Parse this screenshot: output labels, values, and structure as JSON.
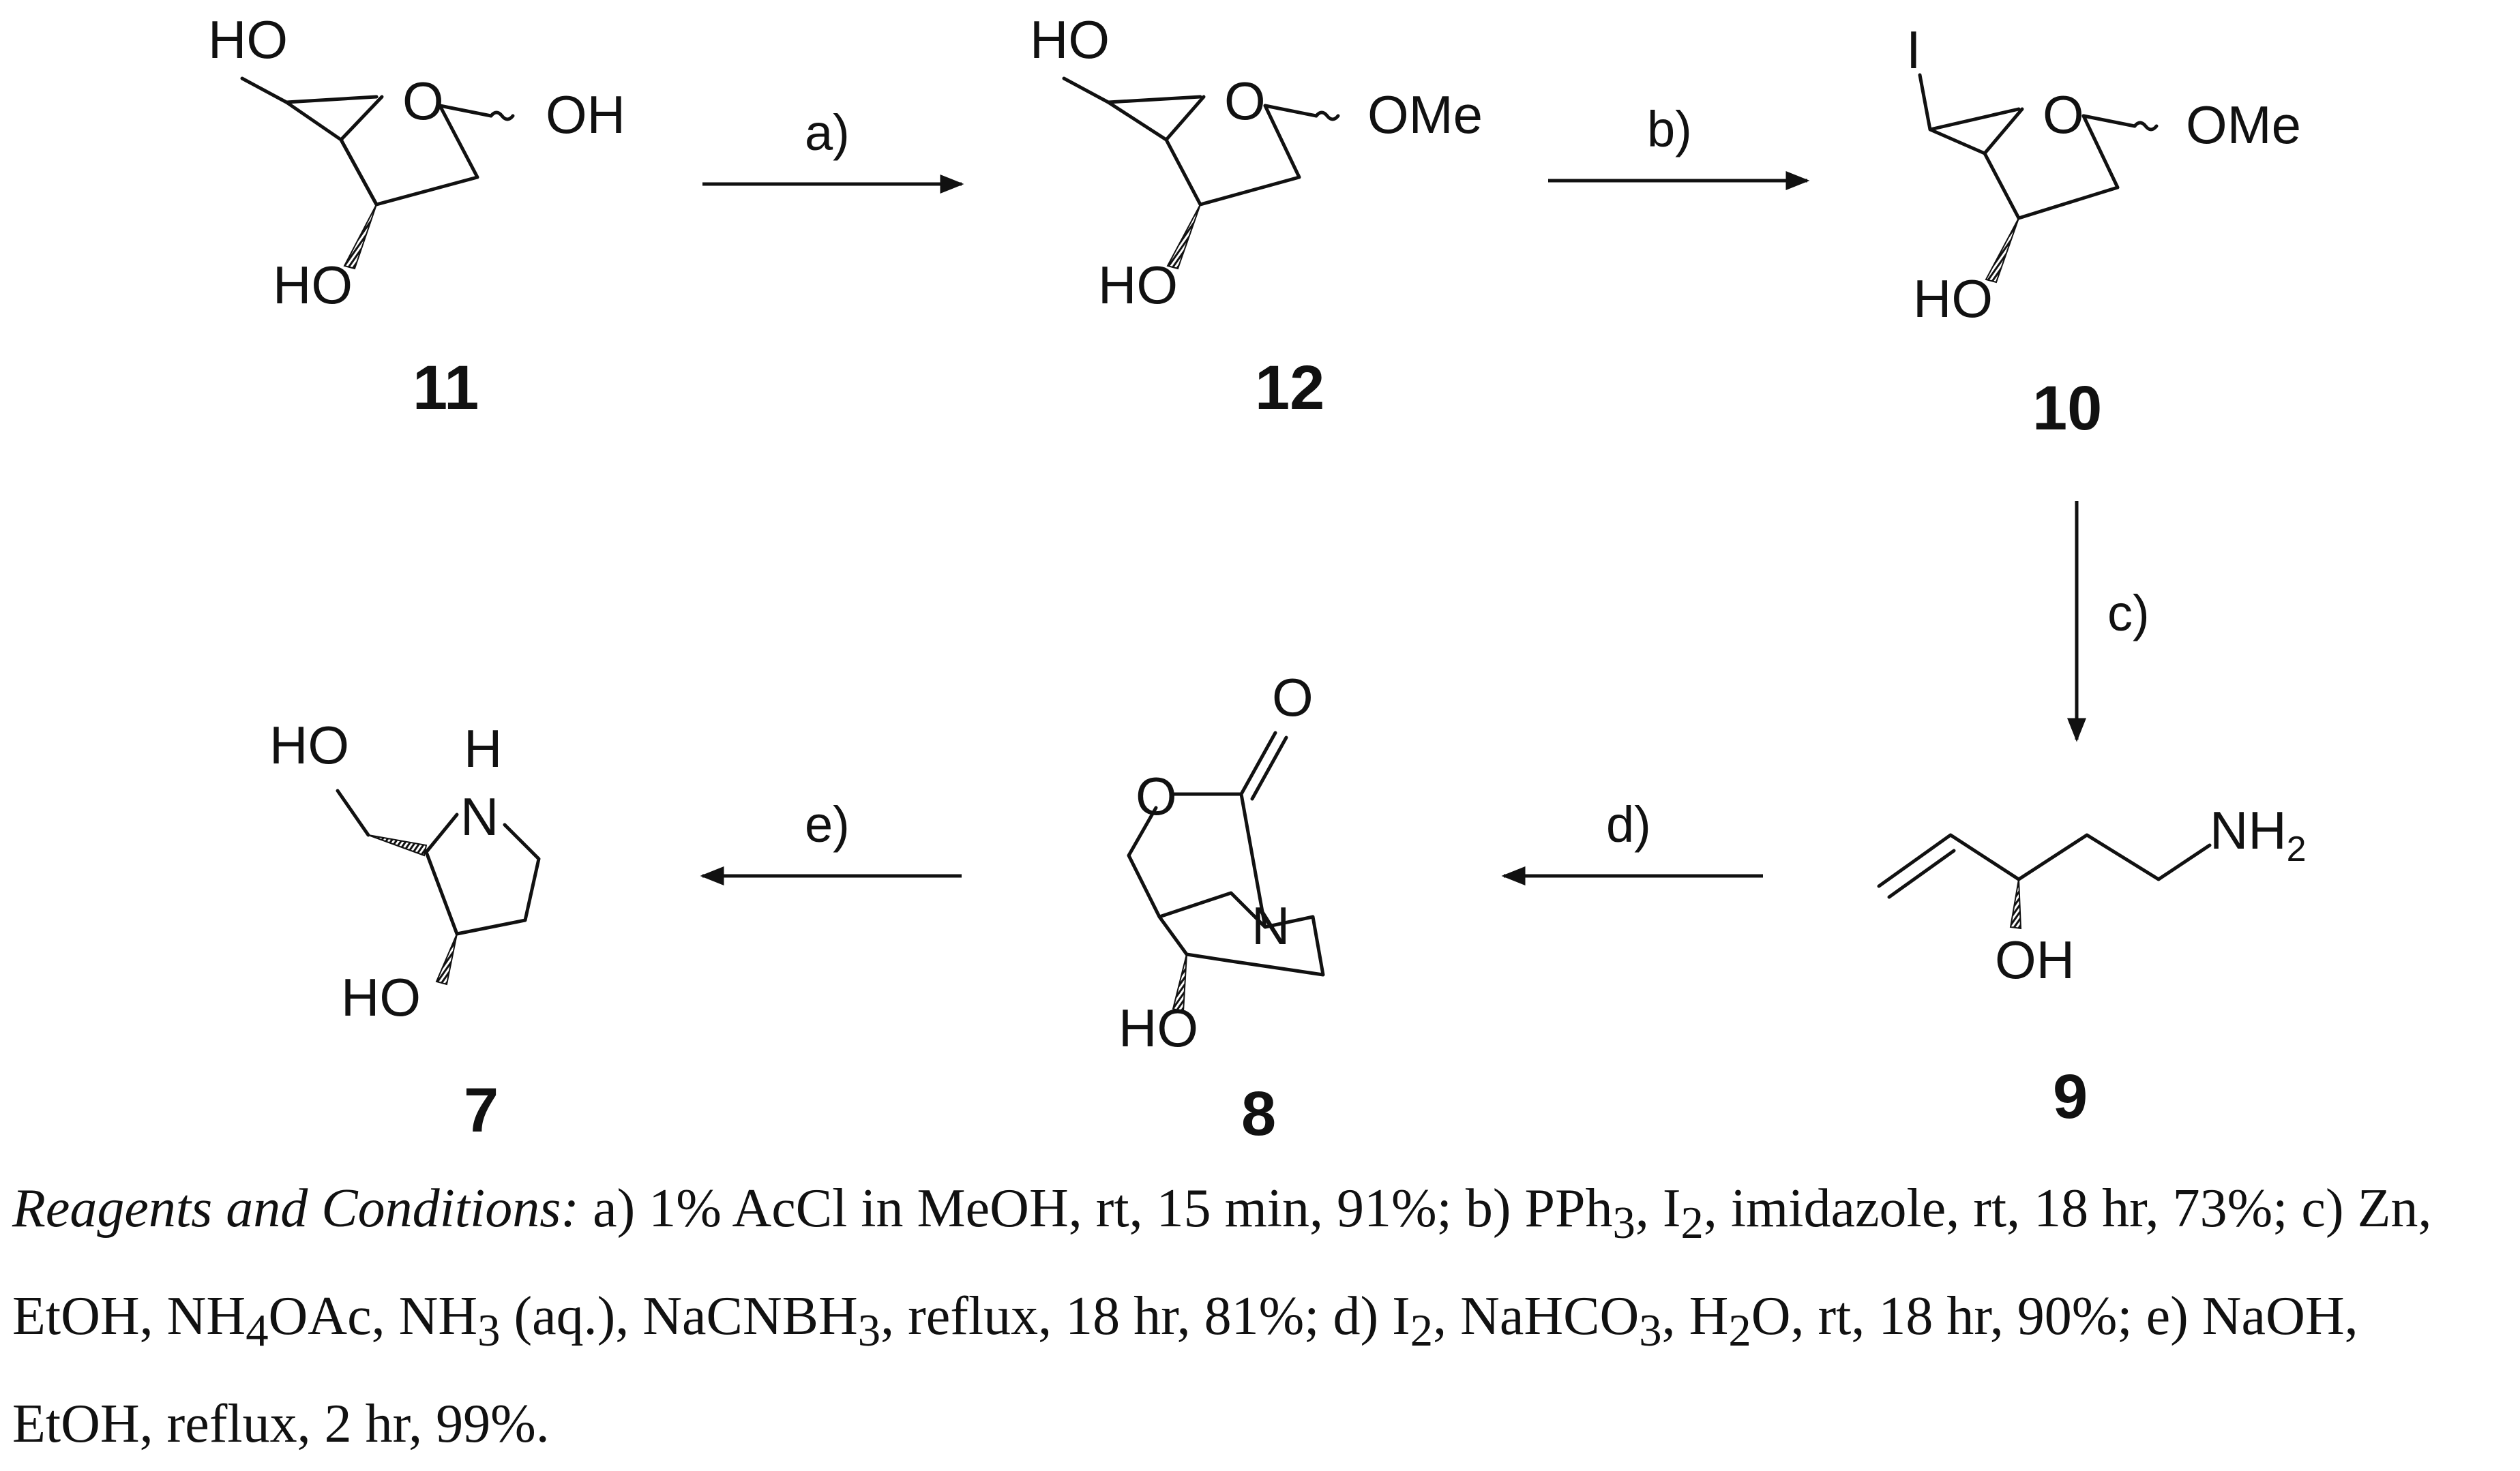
{
  "compounds": [
    {
      "id": "11",
      "labels": {
        "ho_top": "HO",
        "oh_anomeric": "OH",
        "ho_bottom": "HO",
        "ring_o": "O"
      }
    },
    {
      "id": "12",
      "labels": {
        "ho_top": "HO",
        "ome": "OMe",
        "ho_bottom": "HO",
        "ring_o": "O"
      }
    },
    {
      "id": "10",
      "labels": {
        "iodo": "I",
        "ome": "OMe",
        "ho_bottom": "HO",
        "ring_o": "O"
      }
    },
    {
      "id": "9",
      "labels": {
        "amine": "NH",
        "amine_sub": "2",
        "hydroxyl": "OH"
      }
    },
    {
      "id": "8",
      "labels": {
        "ring_o": "O",
        "carbonyl_o": "O",
        "n": "N",
        "hydroxyl": "HO"
      }
    },
    {
      "id": "7",
      "labels": {
        "hydroxymethyl": "HO",
        "nh_h": "H",
        "nh_n": "N",
        "hydroxyl": "HO"
      }
    }
  ],
  "steps": [
    {
      "label": "a)"
    },
    {
      "label": "b)"
    },
    {
      "label": "c)"
    },
    {
      "label": "d)"
    },
    {
      "label": "e)"
    }
  ],
  "caption": {
    "lead": "Reagents and Conditions:",
    "parts": [
      " a) 1% AcCl in MeOH, rt, 15 min, 91%; b) PPh",
      "3",
      ", I",
      "2",
      ", imidazole, rt, 18 hr, 73%; c) Zn, EtOH, NH",
      "4",
      "OAc, NH",
      "3",
      " (aq.), NaCNBH",
      "3",
      ", reflux, 18 hr, 81%; d) I",
      "2",
      ", NaHCO",
      "3",
      ", H",
      "2",
      "O, rt, 18 hr, 90%; e) NaOH, EtOH, reflux, 2 hr, 99%."
    ]
  }
}
